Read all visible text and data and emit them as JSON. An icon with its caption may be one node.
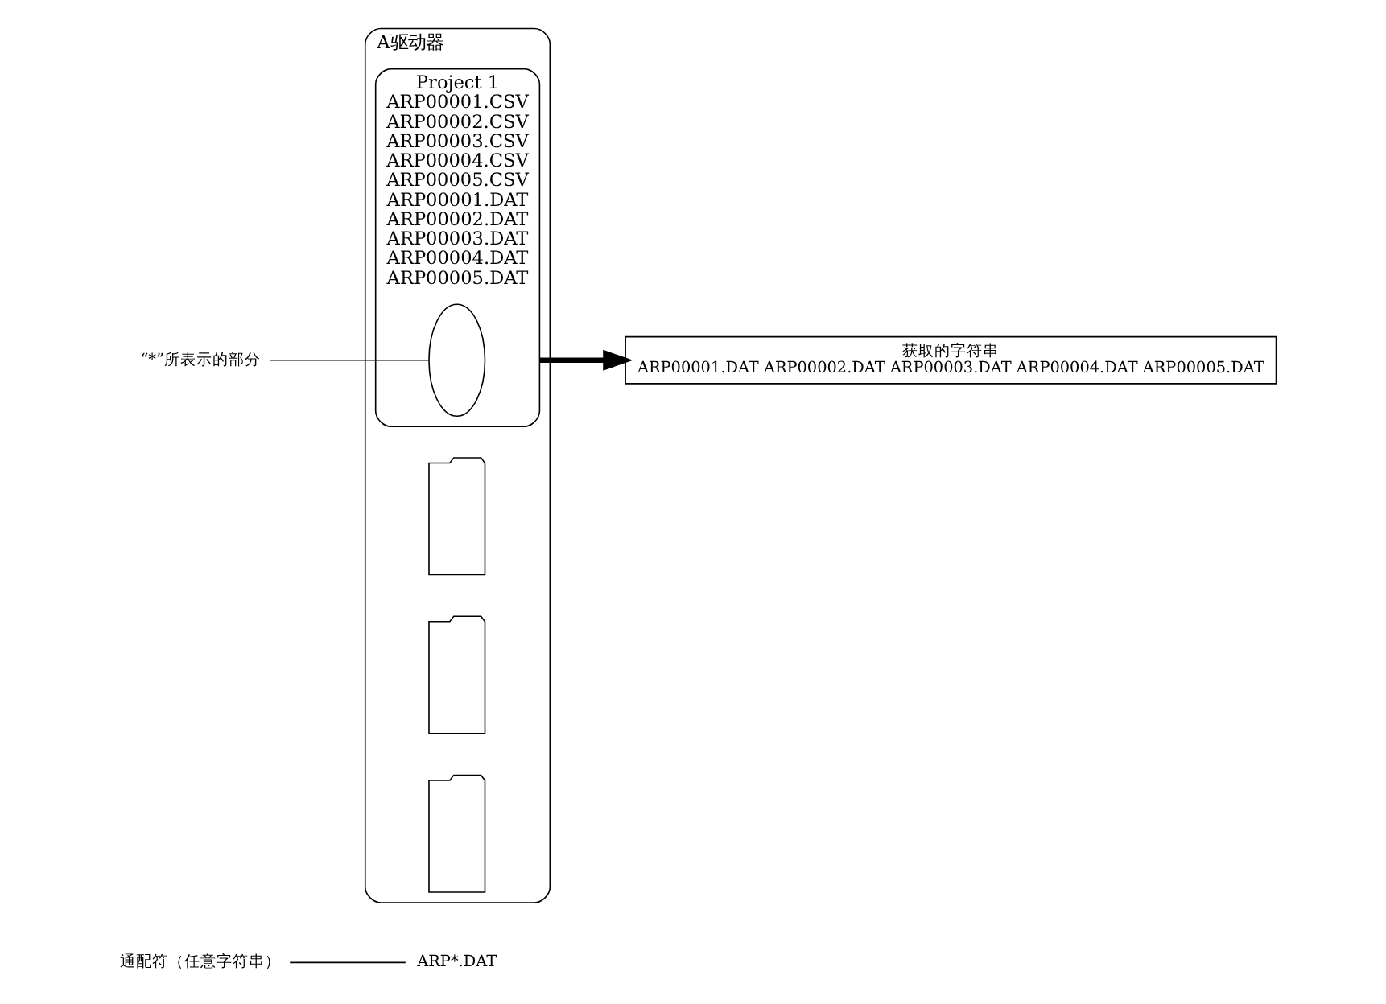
{
  "diagram": {
    "nodes": [
      {
        "text": [
          "ARP*.DAT"
        ]
      },
      {
        "text": [
          "通配符（任意字符串）"
        ]
      },
      {
        "text": [
          "A驱动器"
        ]
      },
      {
        "text": [],
        "shape": "folder",
        "in": 2
      },
      {
        "text": [],
        "shape": "folder",
        "in": 2
      },
      {
        "text": [],
        "shape": "folder",
        "in": 2
      },
      {
        "text": [
          "Project 1",
          "ARP00001.CSV",
          "ARP00002.CSV",
          "ARP00003.CSV",
          "ARP00004.CSV",
          "ARP00005.CSV",
          "ARP00001.DAT",
          "ARP00002.DAT",
          "ARP00003.DAT",
          "ARP00004.DAT",
          "ARP00005.DAT"
        ],
        "in": 2
      },
      {
        "text": [],
        "shape": "ellipse",
        "in": 6
      },
      {
        "text": [
          "“*”所表示的部分"
        ]
      },
      {
        "text": [
          "获取的字符串",
          "ARP00001.DAT ARP00002.DAT ARP00003.DAT ARP00004.DAT ARP00005.DAT"
        ]
      }
    ],
    "edges": [
      {
        "from": 1,
        "to": 0,
        "arrow": "none"
      },
      {
        "from": 6,
        "to": 9,
        "arrow": "to",
        "style": "thick"
      },
      {
        "from": 8,
        "to": 7,
        "arrow": "none"
      }
    ]
  }
}
